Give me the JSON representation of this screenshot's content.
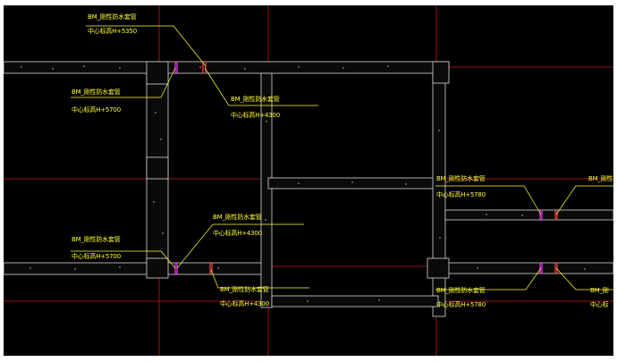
{
  "viewport": {
    "background": "#000000",
    "grid_line_color": "#a01010",
    "wall_color": "#d8d8d8",
    "wall_fill_color": "#0a0a0a",
    "leader_line_color": "#ffff33",
    "sleeve_colors": [
      "#ff33ff",
      "#ff4444"
    ]
  },
  "annotations": [
    {
      "name": "BM_刚性防水套管",
      "elevation": "中心标高H+5350"
    },
    {
      "name": "BM_刚性防水套管",
      "elevation": "中心标高H+5700"
    },
    {
      "name": "BM_刚性防水套管",
      "elevation": "中心标高H+4300"
    },
    {
      "name": "BM_刚性防水套管",
      "elevation": "中心标高H+5780"
    },
    {
      "name": "BM_刚性",
      "elevation": ""
    },
    {
      "name": "BM_刚性防水套管",
      "elevation": "中心标高H+4300"
    },
    {
      "name": "BM_刚性防水套管",
      "elevation": "中心标高H+5700"
    },
    {
      "name": "BM_刚性防水套管",
      "elevation": "中心标高H+4300"
    },
    {
      "name": "BM_刚性防水套管",
      "elevation": "中心标高H+5780"
    },
    {
      "name": "BM_刚",
      "elevation": "中心标"
    }
  ]
}
